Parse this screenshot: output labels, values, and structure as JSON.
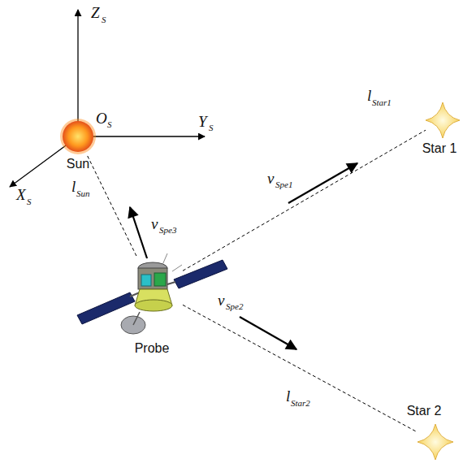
{
  "diagram": {
    "nodes": [
      {
        "text": [
          "Sun"
        ]
      },
      {
        "text": [
          "Star 1"
        ]
      },
      {
        "text": [
          "Probe"
        ]
      },
      {
        "text": [
          "Star 2"
        ]
      }
    ],
    "edges": [
      {
        "from": 2,
        "to": 0,
        "arrow": "none"
      },
      {
        "from": 2,
        "to": 1,
        "arrow": "none"
      },
      {
        "from": 2,
        "to": 3,
        "arrow": "none"
      }
    ],
    "labels": [
      "Z",
      "S",
      "Y",
      "S",
      "O",
      "S",
      "X",
      "S",
      "l",
      "Star1",
      "v",
      "Spe1",
      "l",
      "Sun",
      "v",
      "Spe3",
      "v",
      "Spe2",
      "l",
      "Star2"
    ]
  }
}
